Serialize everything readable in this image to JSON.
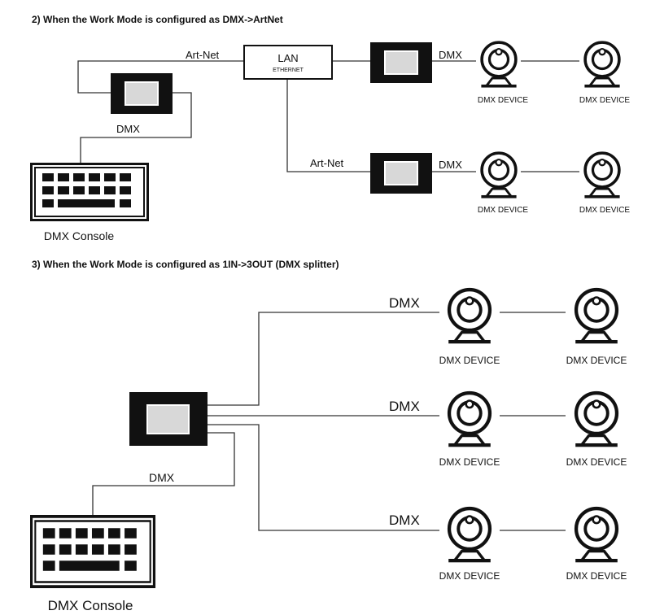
{
  "section2": {
    "title": "2) When the Work Mode is configured as DMX->ArtNet",
    "artnet_label_top": "Art-Net",
    "artnet_label_bottom": "Art-Net",
    "lan_label": "LAN",
    "ethernet_label": "ETHERNET",
    "dmx_label_console": "DMX",
    "dmx_label_top": "DMX",
    "dmx_label_bottom": "DMX",
    "console_label": "DMX Console",
    "devices": [
      "DMX DEVICE",
      "DMX DEVICE",
      "DMX DEVICE",
      "DMX DEVICE"
    ]
  },
  "section3": {
    "title": "3) When the Work Mode is configured as 1IN->3OUT (DMX splitter)",
    "dmx_out_labels": [
      "DMX",
      "DMX",
      "DMX"
    ],
    "dmx_label_console": "DMX",
    "console_label": "DMX Console",
    "devices": [
      "DMX DEVICE",
      "DMX DEVICE",
      "DMX DEVICE",
      "DMX DEVICE",
      "DMX DEVICE",
      "DMX DEVICE"
    ]
  }
}
